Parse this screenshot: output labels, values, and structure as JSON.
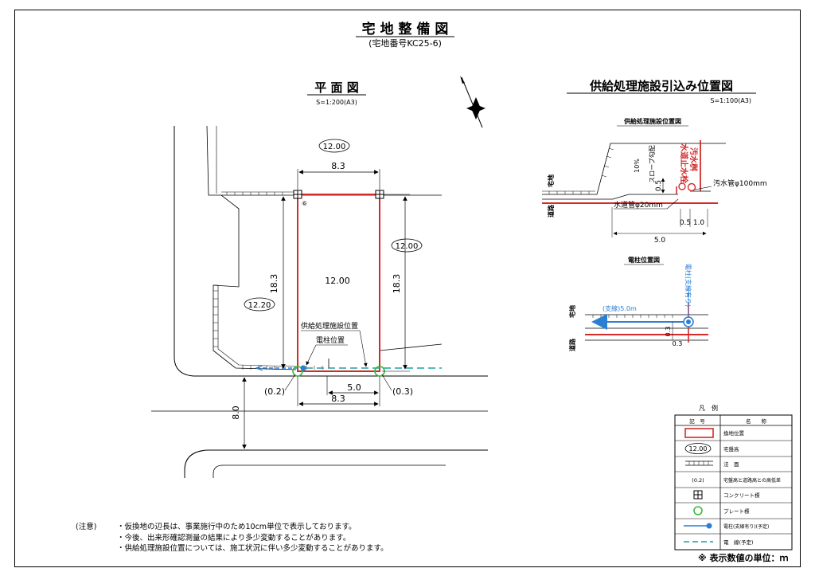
{
  "header": {
    "title": "宅 地 整 備 図",
    "subtitle": "(宅地番号KC25-6)"
  },
  "plan": {
    "title": "平 面 図",
    "scale": "S=1:200(A3)",
    "labels": {
      "top_width": "8.3",
      "top_height_oval": "12.00",
      "lot_height_oval": "12.00",
      "right_height_oval": "12.00",
      "left_lot_oval": "12.20",
      "left_dim": "18.3",
      "right_dim": "18.3",
      "corner_mark": "⑥",
      "supply_pos": "供給処理施設位置",
      "pole_pos": "電柱位置",
      "left_paren": "(0.2)",
      "right_paren": "(0.3)",
      "inner_dim": "5.0",
      "bottom_width": "8.3",
      "road_width": "8.0"
    }
  },
  "supply": {
    "title": "供給処理施設引込み位置図",
    "scale": "S=1:100(A3)",
    "sub_supply": "供給処理施設位置図",
    "sub_pole": "電柱位置図",
    "labels": {
      "takuchi1": "宅地",
      "doro1": "道路",
      "slope_pct": "10%",
      "slope_text": "スロープ勾配",
      "dim_05_vert": "0.5",
      "water_stop": "水道止水栓",
      "sewer_box": "汚水桝",
      "sewer_pipe": "汚水管φ100mm",
      "water_pipe": "水道管φ20mm",
      "dim_05": "0.5",
      "dim_10": "1.0",
      "dim_50": "5.0",
      "takuchi2": "宅地",
      "doro2": "道路",
      "pole_label": "電柱(支線有り)",
      "branch_label": "(支線)5.0m",
      "dim_03_vert": "0.3",
      "dim_03_horiz": "0.3"
    }
  },
  "legend": {
    "title": "凡　例",
    "col_symbol": "記　号",
    "col_name": "名　　称",
    "rows": [
      {
        "symbol": "",
        "name": "換地位置"
      },
      {
        "symbol": "12.00",
        "name": "宅盤高"
      },
      {
        "symbol": "",
        "name": "法　面"
      },
      {
        "symbol": "(0.2)",
        "name": "宅盤高と道路高との高低差"
      },
      {
        "symbol": "",
        "name": "コンクリート標"
      },
      {
        "symbol": "",
        "name": "プレート標"
      },
      {
        "symbol": "",
        "name": "電柱(支線有り)(予定)"
      },
      {
        "symbol": "",
        "name": "電　線(予定)"
      }
    ]
  },
  "notes": {
    "label": "(注意)",
    "lines": [
      "・仮換地の辺長は、事業施行中のため10cm単位で表示しております。",
      "・今後、出来形確認測量の結果により多少変動することがあります。",
      "・供給処理施設位置については、施工状況に伴い多少変動することがあります。"
    ]
  },
  "unit_note": "※ 表示数値の単位：ｍ",
  "colors": {
    "lot_line": "#d42a2a",
    "pole_blue": "#2a7fd4",
    "wire_teal": "#1aa3a3",
    "plate_green": "#3cb83c"
  }
}
